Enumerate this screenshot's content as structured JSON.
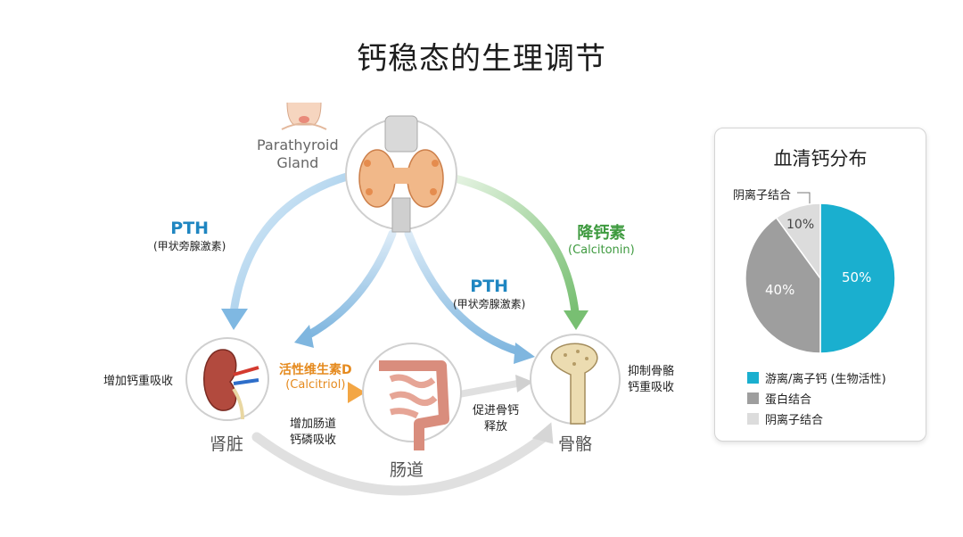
{
  "title": "钙稳态的生理调节",
  "gland": {
    "label": "Parathyroid\nGland"
  },
  "arrows": {
    "pth_left": {
      "name": "PTH",
      "desc": "(甲状旁腺激素)"
    },
    "pth_center": {
      "name": "PTH",
      "desc": "(甲状旁腺激素)"
    },
    "calcitonin": {
      "name": "降钙素",
      "desc": "(Calcitonin)"
    },
    "vitamin_d": {
      "name": "活性维生素D",
      "desc": "(Calcitriol)"
    }
  },
  "organs": {
    "kidney": "肾脏",
    "intestine": "肠道",
    "bone": "骨骼"
  },
  "annotations": {
    "kidney_effect": "增加钙重吸收",
    "intestine_effect": "增加肠道\n钙磷吸收",
    "release": "促进骨钙\n释放",
    "bone_effect": "抑制骨骼\n钙重吸收"
  },
  "card": {
    "title": "血清钙分布",
    "callout": "阴离子结合",
    "legend": [
      "游离/离子钙 (生物活性)",
      "蛋白结合",
      "阴离子结合"
    ],
    "colors": [
      "#1aafcf",
      "#9e9e9e",
      "#dcdcdc"
    ]
  },
  "chart_data": {
    "type": "pie",
    "title": "血清钙分布",
    "categories": [
      "游离/离子钙 (生物活性)",
      "蛋白结合",
      "阴离子结合"
    ],
    "values": [
      50,
      40,
      10
    ],
    "labels": [
      "50%",
      "40%",
      "10%"
    ]
  }
}
